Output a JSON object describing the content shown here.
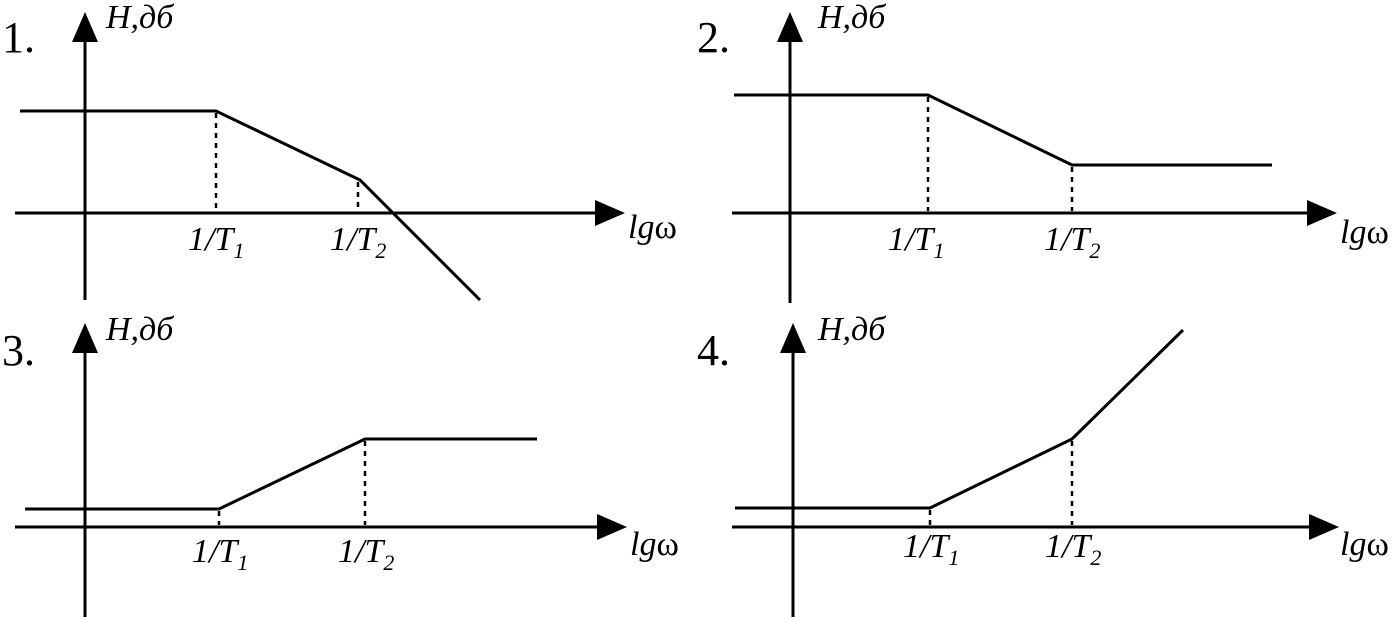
{
  "panels": [
    {
      "number": "1.",
      "y_label": "H,дб",
      "x_label_italic": "lg",
      "x_label_symbol": "ω",
      "breakpoints": [
        {
          "label": "1/T",
          "subscript": "1"
        },
        {
          "label": "1/T",
          "subscript": "2"
        }
      ]
    },
    {
      "number": "2.",
      "y_label": "H,дб",
      "x_label_italic": "lg",
      "x_label_symbol": "ω",
      "breakpoints": [
        {
          "label": "1/T",
          "subscript": "1"
        },
        {
          "label": "1/T",
          "subscript": "2"
        }
      ]
    },
    {
      "number": "3.",
      "y_label": "H,дб",
      "x_label_italic": "lg",
      "x_label_symbol": "ω",
      "breakpoints": [
        {
          "label": "1/T",
          "subscript": "1"
        },
        {
          "label": "1/T",
          "subscript": "2"
        }
      ]
    },
    {
      "number": "4.",
      "y_label": "H,дб",
      "x_label_italic": "lg",
      "x_label_symbol": "ω",
      "breakpoints": [
        {
          "label": "1/T",
          "subscript": "1"
        },
        {
          "label": "1/T",
          "subscript": "2"
        }
      ]
    }
  ]
}
